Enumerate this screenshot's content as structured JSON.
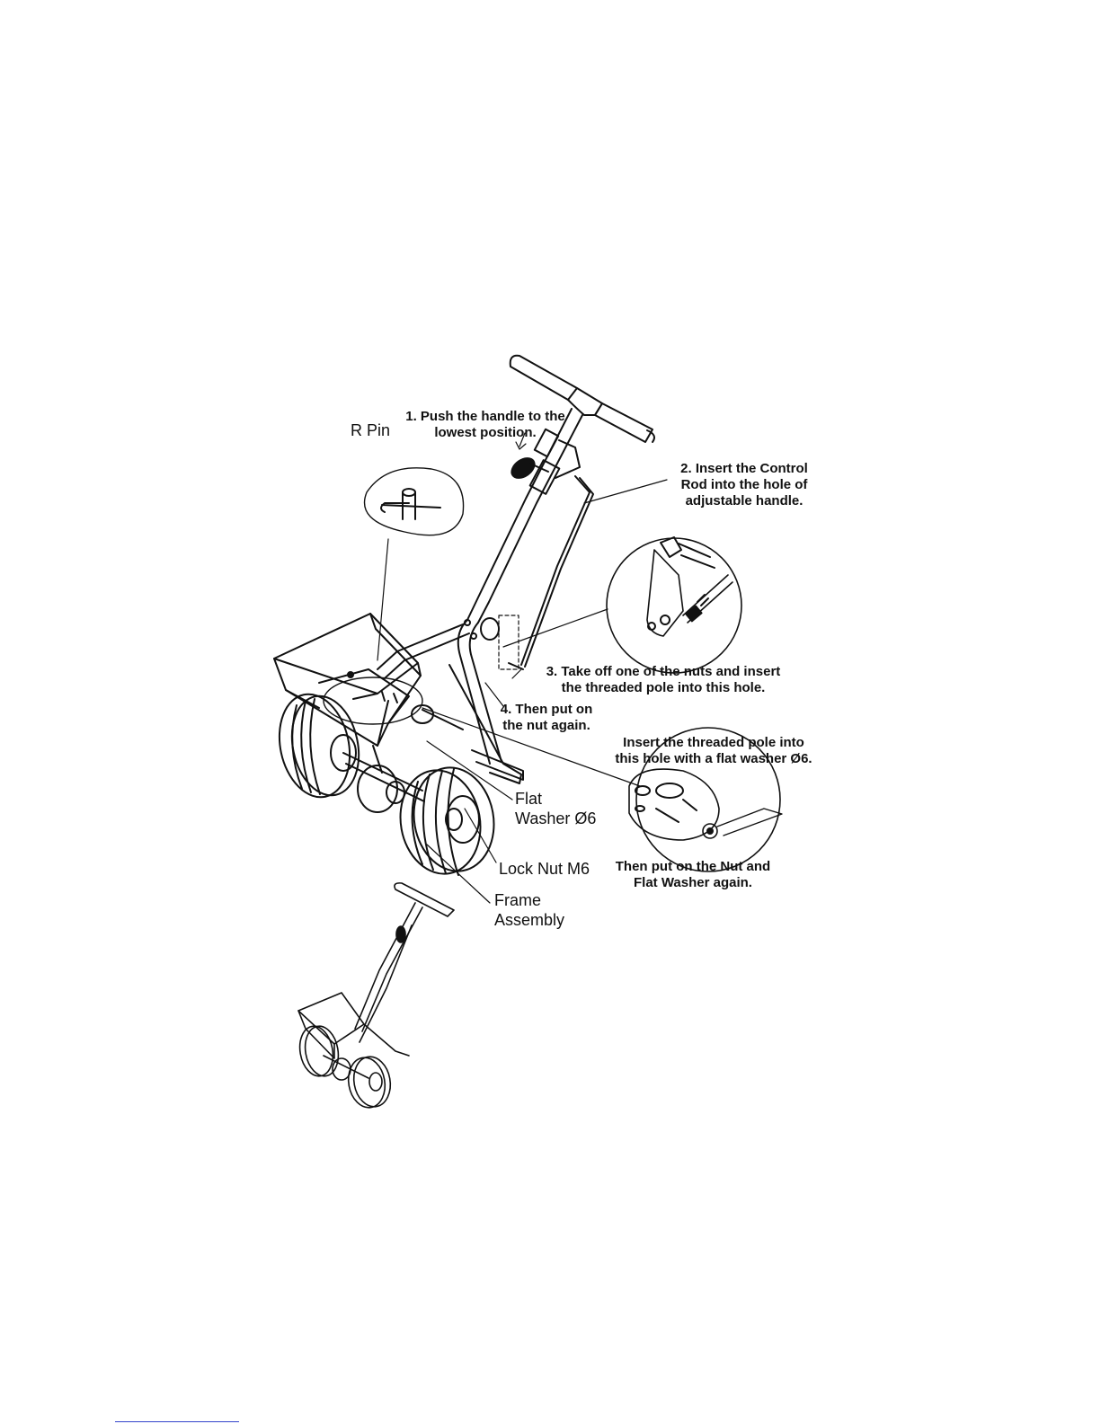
{
  "labels": {
    "step1": "1. Push the handle to the\nlowest position.",
    "step2": "2. Insert the Control\nRod into the hole of\nadjustable handle.",
    "step3": "3. Take off one of the nuts and insert\nthe threaded pole into this hole.",
    "step4": "4. Then put on\nthe nut again.",
    "insert_pole": "Insert the threaded pole into\nthis hole with a flat washer Ø6.",
    "then_nut": "Then put on the Nut and\nFlat Washer again.",
    "r_pin": "R Pin",
    "flat_washer": "Flat\nWasher Ø6",
    "lock_nut": "Lock Nut M6",
    "frame_assembly": "Frame\nAssembly"
  },
  "colors": {
    "ink": "#111111",
    "paper": "#ffffff",
    "link_line": "#3344cc"
  }
}
